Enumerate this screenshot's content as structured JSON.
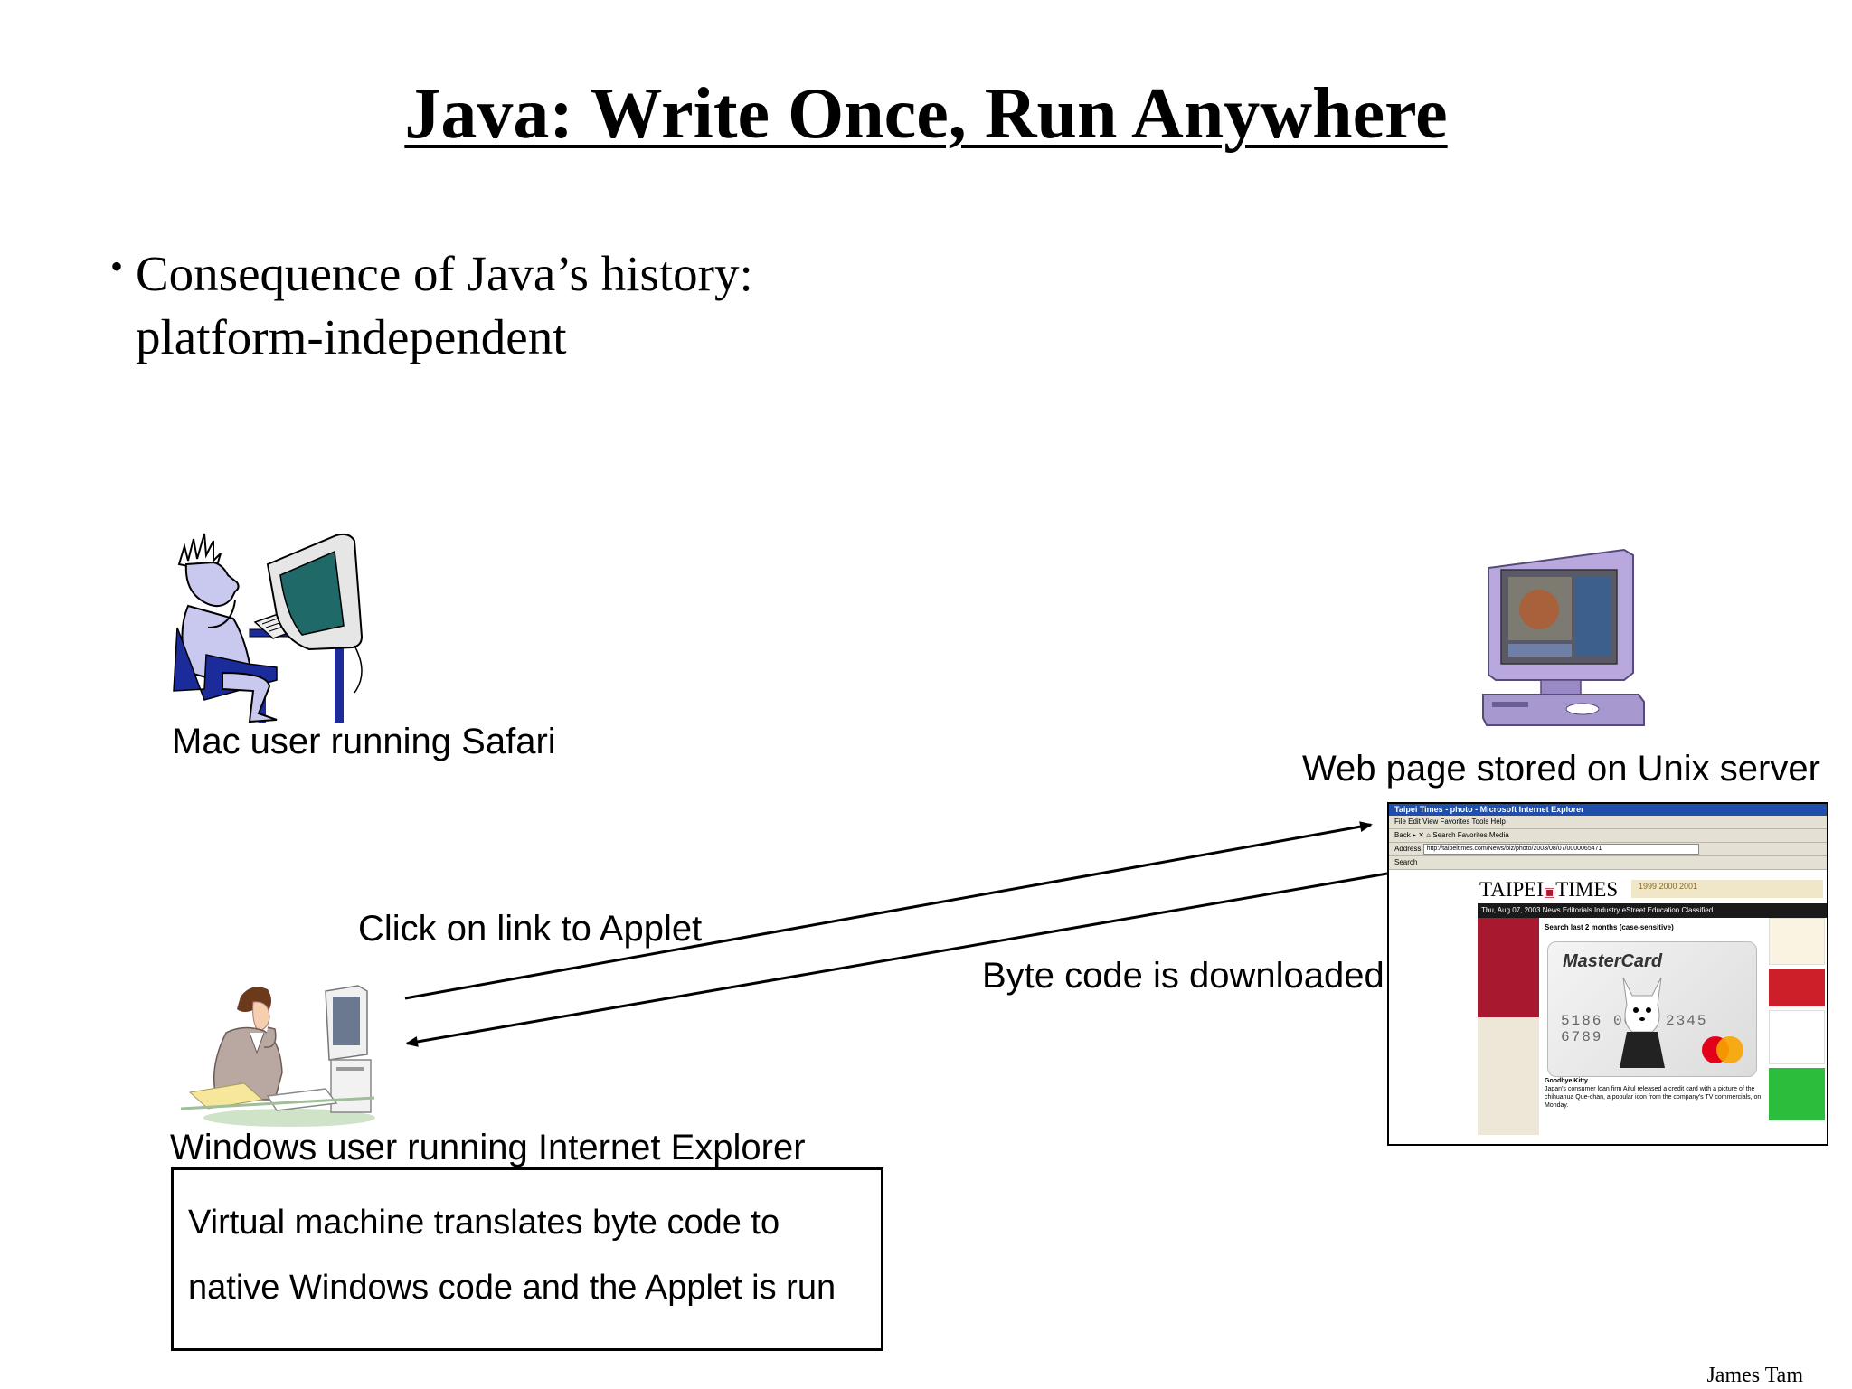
{
  "title": "Java: Write Once, Run Anywhere",
  "bullet": {
    "line1": "Consequence of Java’s history:",
    "line2": "platform-independent"
  },
  "labels": {
    "mac_user": "Mac user running Safari",
    "unix_server": "Web page stored on Unix server",
    "click_link": "Click on link to Applet",
    "byte_code": "Byte code is downloaded",
    "windows_user": "Windows user running Internet Explorer"
  },
  "note": {
    "line1": "Virtual machine translates byte code to",
    "line2": "native Windows code and the Applet is run"
  },
  "author": "James Tam",
  "browser": {
    "window_title": "Taipei Times - photo - Microsoft Internet Explorer",
    "menu": "File   Edit   View   Favorites   Tools   Help",
    "toolbar": "Back  ▸  ✕  ⌂   Search   Favorites   Media",
    "address_label": "Address",
    "address": "http://taipeitimes.com/News/biz/photo/2003/08/07/0000065471",
    "search_label": "Search",
    "masthead_left": "TAIPEI",
    "masthead_right": "TIMES",
    "years": "1999        2000        2001",
    "nav": "Thu, Aug 07, 2003   News   Editorials   Industry   eStreet   Education   Classified",
    "search_text": "Search last 2 months (case-sensitive)",
    "card_brand": "MasterCard",
    "card_number": "5186 0000 2345 6789",
    "article_title": "Goodbye Kitty",
    "article_text": "Japan's consumer loan firm Aiful released a credit card with a picture of the chihuahua Que-chan, a popular icon from the company's TV commercials, on Monday."
  },
  "colors": {
    "mac_person_skin": "#c9c9f0",
    "mac_chair": "#1b2c9a",
    "mac_screen": "#1f6a68",
    "server_case": "#b9a8de",
    "arrow": "#000000"
  }
}
